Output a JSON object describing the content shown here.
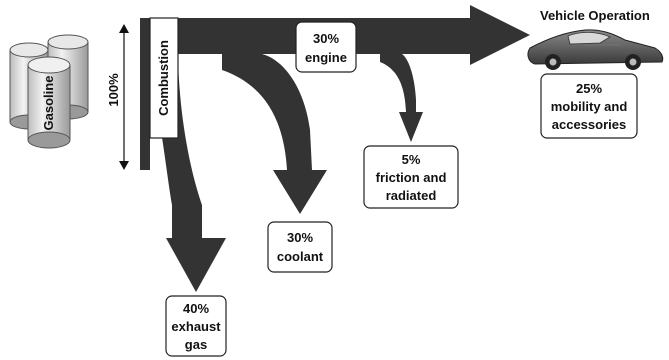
{
  "title": "Vehicle Operation",
  "source": {
    "label": "Gasoline"
  },
  "input": {
    "percent": "100%"
  },
  "stage": {
    "label": "Combustion"
  },
  "flows": [
    {
      "id": "engine",
      "percent": "30%",
      "label": "engine"
    },
    {
      "id": "mobility",
      "percent": "25%",
      "lines": [
        "mobility and",
        "accessories"
      ]
    },
    {
      "id": "friction",
      "percent": "5%",
      "lines": [
        "friction and",
        "radiated"
      ]
    },
    {
      "id": "coolant",
      "percent": "30%",
      "label": "coolant"
    },
    {
      "id": "exhaust",
      "percent": "40%",
      "lines": [
        "exhaust",
        "gas"
      ]
    }
  ],
  "colors": {
    "flow": "#333333",
    "box_border": "#222222",
    "cylinder_shade": "#d9d9d9"
  },
  "icons": [
    "fuel-cylinders-icon",
    "sports-car-icon",
    "double-arrow-icon"
  ]
}
